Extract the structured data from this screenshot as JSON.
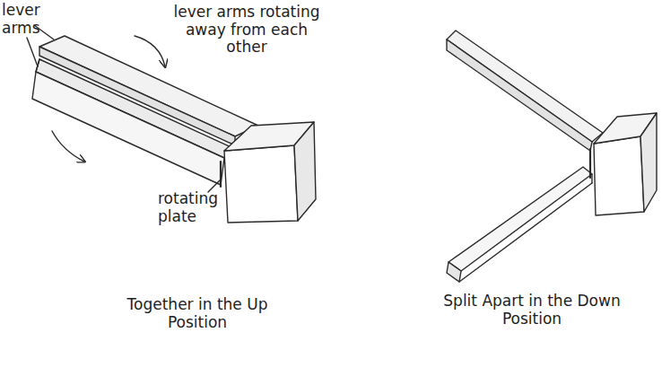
{
  "diagram": {
    "labels": [
      "lever arms",
      "lever arms rotating away from each other",
      "rotating plate",
      "Together in the Up Position",
      "Split Apart in the Down Position"
    ]
  }
}
